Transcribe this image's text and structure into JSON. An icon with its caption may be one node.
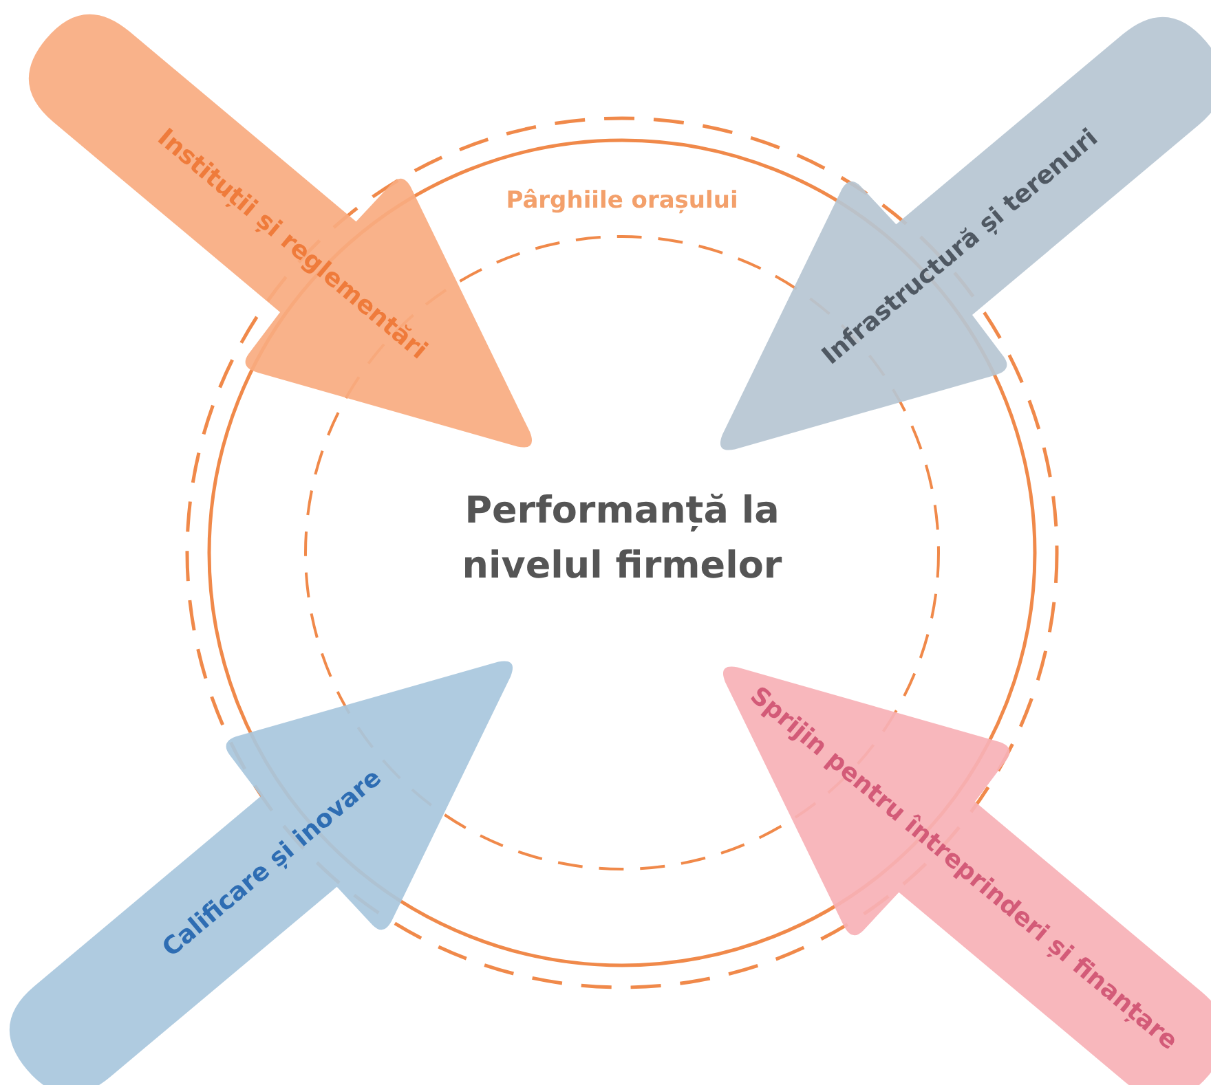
{
  "diagram": {
    "nodes": [
      {
        "text": [
          "Pârghiile orașului"
        ]
      },
      {
        "text": [
          "Performanță la nivelul firmelor"
        ],
        "in": 0
      },
      {
        "text": [
          "Instituții și reglementări"
        ]
      },
      {
        "text": [
          "Infrastructură și terenuri"
        ]
      },
      {
        "text": [
          "Calificare și inovare"
        ]
      },
      {
        "text": [
          "Sprijin pentru întreprinderi și finanțare"
        ]
      }
    ]
  }
}
